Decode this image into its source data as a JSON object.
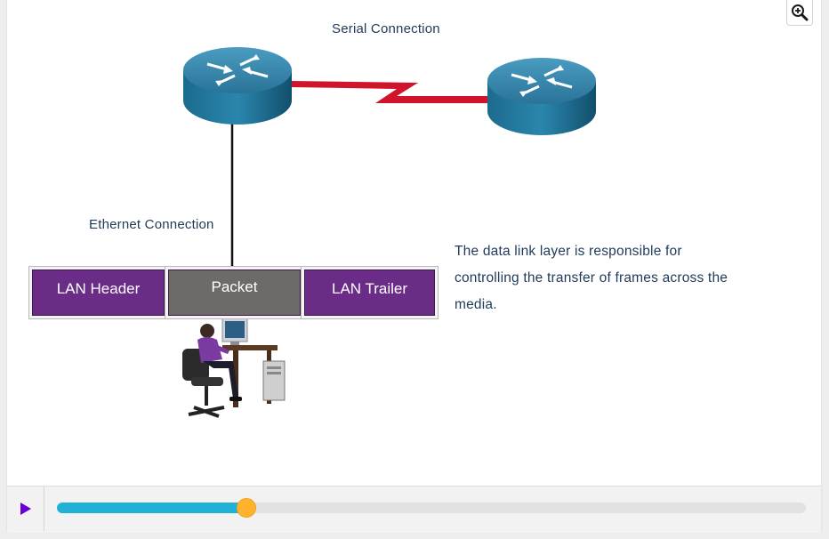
{
  "diagram": {
    "serial_label": "Serial Connection",
    "ethernet_label": "Ethernet Connection",
    "frame": {
      "header": "LAN Header",
      "packet": "Packet",
      "trailer": "LAN Trailer"
    },
    "description": "The data link layer is responsible for controlling the transfer of frames across the media.",
    "colors": {
      "router_top": "#2f7fa4",
      "router_side": "#155a7a",
      "serial_link": "#d0142c",
      "ethernet_link": "#111111",
      "frame_header_trailer": "#6b2c87",
      "frame_packet": "#6f6a6a",
      "text": "#1f3a5a"
    }
  },
  "controls": {
    "play_icon": "play-icon",
    "zoom_icon": "zoom-in-icon",
    "progress": 0.253,
    "progress_color": "#20b2d6",
    "thumb_color": "#ffb32d"
  }
}
